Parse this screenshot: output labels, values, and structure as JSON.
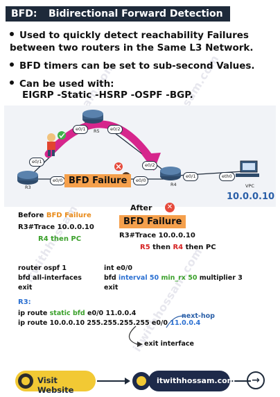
{
  "header": {
    "tag": "BFD:",
    "title": "Bidirectional Forward Detection"
  },
  "bullets": [
    "Used to quickly detect reachability Failures between two routers in the Same L3 Network.",
    "BFD timers can be set to sub-second Values.",
    "Can be used with:"
  ],
  "bullet_sub": "EIGRP -Static -HSRP -OSPF -BGP.",
  "watermark": "itwithhossam.com",
  "diagram": {
    "routers": {
      "r5": "R5",
      "r3": "R3",
      "r4": "R4",
      "vpc": "VPC"
    },
    "interfaces": {
      "r5_e0_1": "e0/1",
      "r5_e0_2": "e0/2",
      "r3_e0_1": "e0/1",
      "r3_e0_0": "e0/0",
      "r4_e0_2": "e0/2",
      "r4_e0_0": "e0/0",
      "r4_e0_1": "e0/1",
      "vpc_eth0": "eth0"
    },
    "failure_label": "BFD Failure",
    "vpc_ip": "10.0.0.10"
  },
  "before": {
    "title_prefix": "Before",
    "title_highlight": "BFD Failure",
    "command": "R3#Trace 10.0.0.10",
    "result": "R4 then PC"
  },
  "after": {
    "title": "After",
    "badge": "BFD Failure",
    "command": "R3#Trace 10.0.0.10",
    "result_r5": "R5",
    "result_then1": "then",
    "result_r4": "R4",
    "result_then2": "then PC"
  },
  "config_left": [
    "router ospf 1",
    "bfd all-interfaces",
    "exit"
  ],
  "config_right": {
    "line1": "int e0/0",
    "bfd": "bfd",
    "interval_kw": "interval 50",
    "minrx_kw": "min_rx 50",
    "mult": "multiplier 3",
    "exit": "exit"
  },
  "r3_label": "R3:",
  "route1": {
    "pre": "ip route",
    "static_bfd": "static bfd",
    "post": "e0/0 11.0.0.4"
  },
  "route2": {
    "pre": "ip route 10.0.0.10 255.255.255.255 e0/0",
    "nh": "11.0.0.4"
  },
  "annotations": {
    "next_hop": "next-hop",
    "exit_interface": "exit interface"
  },
  "footer": {
    "visit": "Visit Website",
    "site": "itwithhossam.com"
  }
}
